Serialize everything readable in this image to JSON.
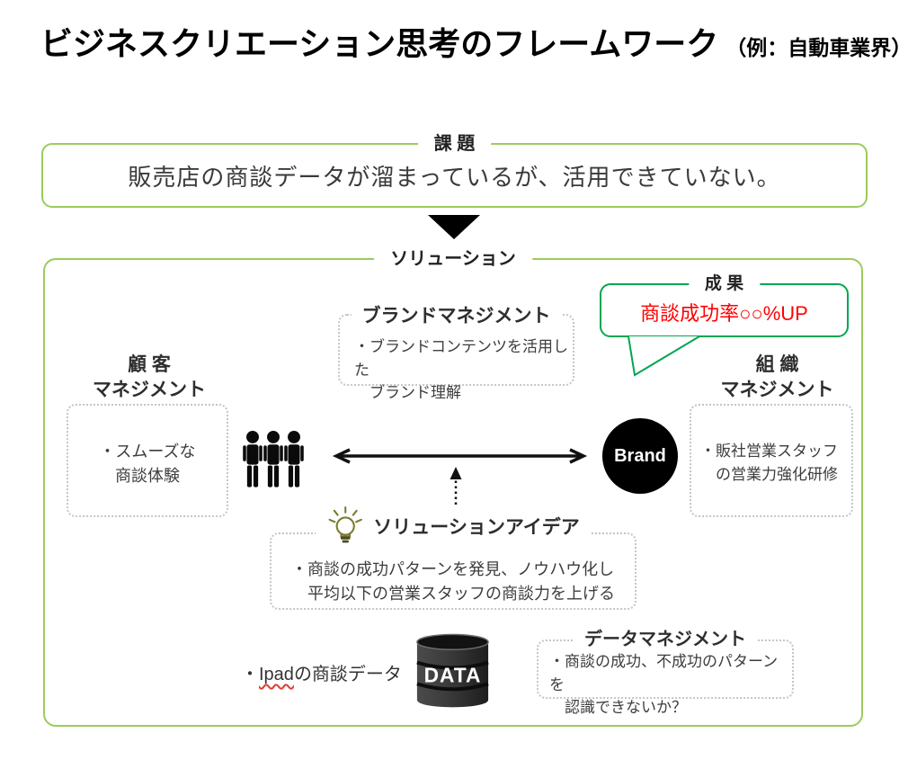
{
  "colors": {
    "frame_green": "#9CCB5B",
    "bubble_green": "#00A651",
    "result_red": "#FF0000",
    "text_dark": "#333333",
    "body_text": "#3D3D3D",
    "dotted_border": "#C6C6C6",
    "lightbulb_olive": "#7C7C33"
  },
  "title": {
    "main": "ビジネスクリエーション思考のフレームワーク",
    "suffix": "（例：自動車業界）"
  },
  "challenge": {
    "label": "課 題",
    "text": "販売店の商談データが溜まっているが、活用できていない。"
  },
  "solution": {
    "label": "ソリューション",
    "result": {
      "label": "成 果",
      "text": "商談成功率○○%UP"
    },
    "brand_management": {
      "title": "ブランドマネジメント",
      "lines": [
        "・ブランドコンテンツを活用した",
        "ブランド理解"
      ]
    },
    "customer_management": {
      "title_lines": [
        "顧 客",
        "マネジメント"
      ],
      "lines": [
        "・スムーズな",
        "商談体験"
      ]
    },
    "org_management": {
      "title_lines": [
        "組 織",
        "マネジメント"
      ],
      "lines": [
        "・販社営業スタッフ",
        "の営業力強化研修"
      ]
    },
    "solution_idea": {
      "title": "ソリューションアイデア",
      "lines": [
        "・商談の成功パターンを発見、ノウハウ化し",
        "平均以下の営業スタッフの商談力を上げる"
      ]
    },
    "data_management": {
      "title": "データマネジメント",
      "lines": [
        "・商談の成功、不成功のパターンを",
        "認識できないか？"
      ]
    },
    "brand_circle_label": "Brand",
    "database_label": "DATA",
    "ipad_note": {
      "bullet": "・",
      "highlight": "Ipad",
      "rest": "の商談データ"
    }
  },
  "icons": {
    "people": "people-icon (3 black person silhouettes)",
    "lightbulb": "lightbulb-icon (olive outline bulb with rays)",
    "database": "database-icon (dark stacked cylinder)",
    "down_arrow": "down-arrow-icon (solid black triangle)",
    "double_arrow": "double-arrow-icon (black two-headed arrow)",
    "dotted_arrow": "dotted-arrow-icon (vertical dashed arrow up)"
  }
}
